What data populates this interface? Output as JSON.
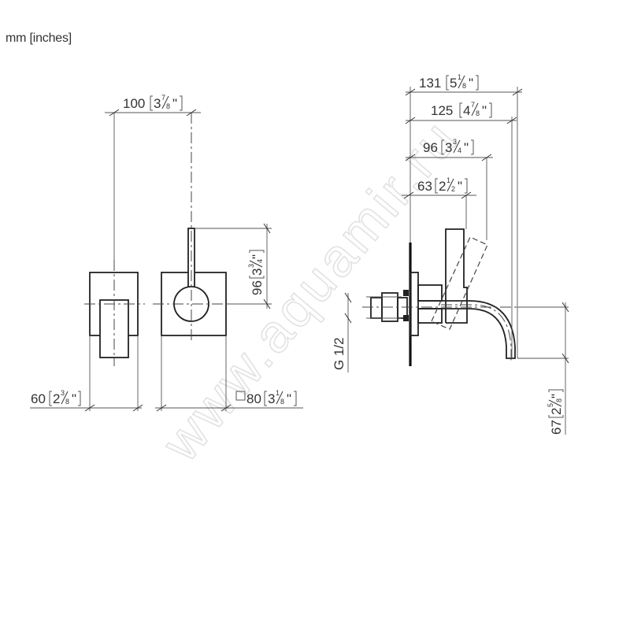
{
  "header": {
    "units_label": "mm [inches]"
  },
  "watermark": {
    "text": "www.aquamir.ru"
  },
  "dimensions": {
    "front_height_top": {
      "mm": "100",
      "whole": "3",
      "num": "7",
      "den": "8",
      "label": "100 [3 7/8\"]"
    },
    "lever_height": {
      "mm": "96",
      "whole": "3",
      "num": "3",
      "den": "4",
      "label": "96 [3 3/4\"]"
    },
    "side_depth": {
      "mm": "60",
      "whole": "2",
      "num": "3",
      "den": "8",
      "label": "60 [2 3/8\"]"
    },
    "plate_square": {
      "mm": "80",
      "whole": "3",
      "num": "1",
      "den": "8",
      "prefix": "□",
      "label": "□80 [3 1/8\"]"
    },
    "overall_131": {
      "mm": "131",
      "whole": "5",
      "num": "1",
      "den": "8",
      "label": "131 [5 1/8\"]"
    },
    "spout_125": {
      "mm": "125",
      "whole": "4",
      "num": "7",
      "den": "8",
      "label": "125 [4 7/8\"]"
    },
    "lever_96": {
      "mm": "96",
      "whole": "3",
      "num": "3",
      "den": "4",
      "label": "96 [3 3/4\"]"
    },
    "body_63": {
      "mm": "63",
      "whole": "2",
      "num": "1",
      "den": "2",
      "label": "63 [2 1/2\"]"
    },
    "spout_drop_67": {
      "mm": "67",
      "whole": "2",
      "num": "5",
      "den": "8",
      "label": "67 [2 5/8\"]"
    },
    "thread": {
      "label": "G 1/2"
    }
  },
  "views": {
    "side_view": "side-view",
    "front_view": "front-view",
    "profile_view": "profile-view"
  },
  "colors": {
    "line": "#222222",
    "dim_line": "#555555",
    "watermark": "#e2e2e2",
    "background": "#ffffff"
  }
}
